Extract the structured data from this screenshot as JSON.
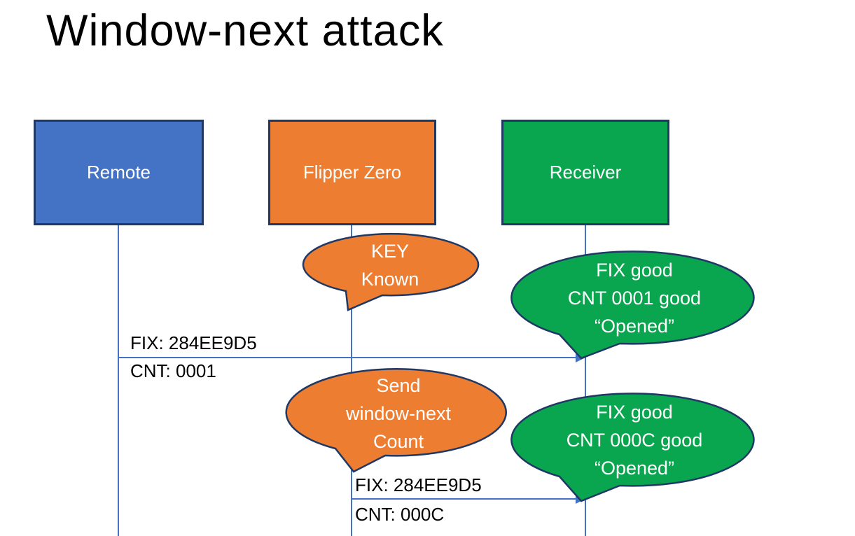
{
  "title": "Window-next attack",
  "colors": {
    "blue": "#4472C4",
    "orange": "#ED7D31",
    "green": "#0AA64F",
    "shape_border": "#1F3864",
    "line": "#4472C4",
    "text_on_fill": "#FFFFFF",
    "label_text": "#000000"
  },
  "actors": [
    {
      "label": "Remote",
      "color": "#4472C4"
    },
    {
      "label": "Flipper Zero",
      "color": "#ED7D31"
    },
    {
      "label": "Receiver",
      "color": "#0AA64F"
    }
  ],
  "callouts": [
    {
      "name": "key-known",
      "color": "#ED7D31",
      "lines": [
        "KEY",
        "Known"
      ]
    },
    {
      "name": "receiver-opened-1",
      "color": "#0AA64F",
      "lines": [
        "FIX good",
        "CNT 0001 good",
        "“Opened”"
      ]
    },
    {
      "name": "send-window-next",
      "color": "#ED7D31",
      "lines": [
        "Send",
        "window-next",
        "Count"
      ]
    },
    {
      "name": "receiver-opened-2",
      "color": "#0AA64F",
      "lines": [
        "FIX good",
        "CNT 000C good",
        "“Opened”"
      ]
    }
  ],
  "messages": [
    {
      "from": "Remote",
      "to": "Receiver",
      "line1": "FIX: 284EE9D5",
      "line2": "CNT: 0001"
    },
    {
      "from": "Flipper Zero",
      "to": "Receiver",
      "line1": "FIX: 284EE9D5",
      "line2": "CNT: 000C"
    }
  ]
}
